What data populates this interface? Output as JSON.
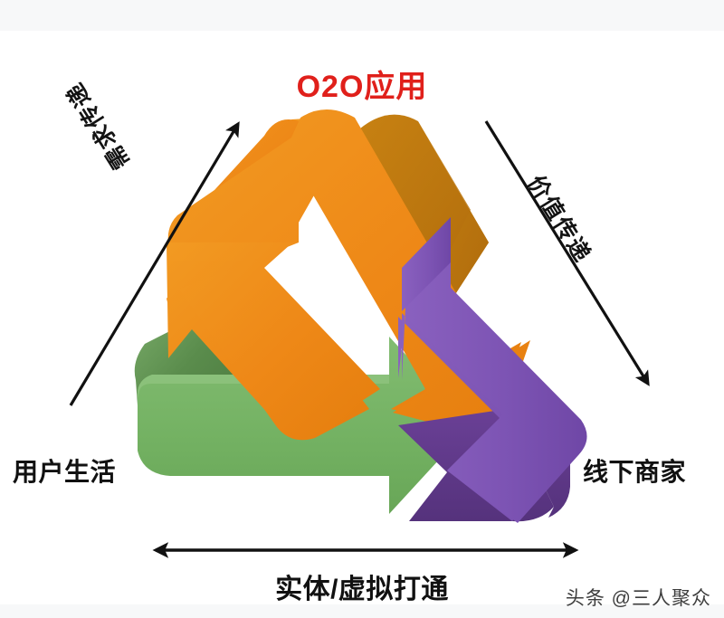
{
  "title": "O2O应用",
  "diagram": {
    "type": "cycle-diagram",
    "title": "O2O应用",
    "nodes": [
      {
        "id": "user",
        "label": "用户生活",
        "position": "left"
      },
      {
        "id": "merchant",
        "label": "线下商家",
        "position": "right"
      }
    ],
    "edges": [
      {
        "id": "demand",
        "label": "需求传递",
        "position": "left-diagonal",
        "direction": "up-right"
      },
      {
        "id": "value",
        "label": "价值传递",
        "position": "right-diagonal",
        "direction": "down-right"
      },
      {
        "id": "connect",
        "label": "实体/虚拟打通",
        "position": "bottom",
        "direction": "bidirectional"
      }
    ],
    "arrows": [
      {
        "id": "orange-arrow",
        "color": "#EE8817",
        "shade": "#BE7610",
        "direction": "down-left"
      },
      {
        "id": "green-arrow",
        "color": "#74B263",
        "shade": "#4A7A3F",
        "direction": "right"
      },
      {
        "id": "purple-arrow",
        "color": "#7D54B4",
        "shade": "#57357F",
        "direction": "up-left"
      }
    ]
  },
  "labels": {
    "left": "用户生活",
    "right": "线下商家",
    "bottom": "实体/虚拟打通",
    "demand": "需求传递",
    "value": "价值传递"
  },
  "watermark": "头条 @三人聚众",
  "colors": {
    "title": "#E0201B",
    "orange": "#EE8817",
    "orange_dark": "#BE7610",
    "green": "#74B263",
    "green_dark": "#4A7A3F",
    "purple": "#7D54B4",
    "purple_dark": "#57357F",
    "text": "#111111",
    "band": "#f7f8f9"
  }
}
